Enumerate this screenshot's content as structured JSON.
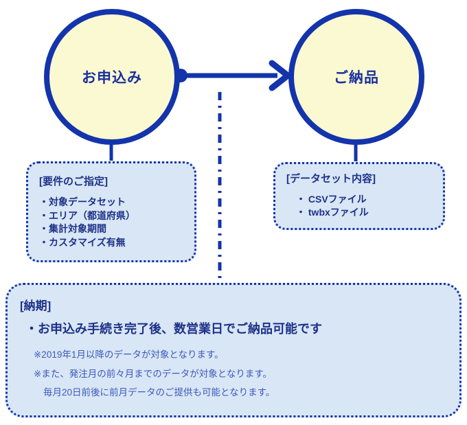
{
  "diagram": {
    "type": "process-flow",
    "colors": {
      "primary_blue": "#1334ab",
      "circle_fill": "#fbf9d2",
      "box_fill": "#d9e6f5",
      "heading_text": "#1c3189",
      "note_text": "#3c5abe"
    },
    "nodes": {
      "apply_label": "お申込み",
      "delivery_label": "ご納品"
    },
    "requirements_box": {
      "title": "[要件のご指定]",
      "items": [
        "・対象データセット",
        "・エリア（都道府県）",
        "・集計対象期間",
        "・カスタマイズ有無"
      ]
    },
    "dataset_box": {
      "title": "[データセット内容]",
      "items": [
        "・ CSVファイル",
        "・ twbxファイル"
      ]
    },
    "delivery_time_box": {
      "title": "[納期]",
      "main_point": "・お申込み手続き完了後、数営業日でご納品可能です",
      "notes": [
        "※2019年1月以降のデータが対象となります。",
        "※また、発注月の前々月までのデータが対象となります。",
        "毎月20日前後に前月データのご提供も可能となります。"
      ]
    }
  }
}
